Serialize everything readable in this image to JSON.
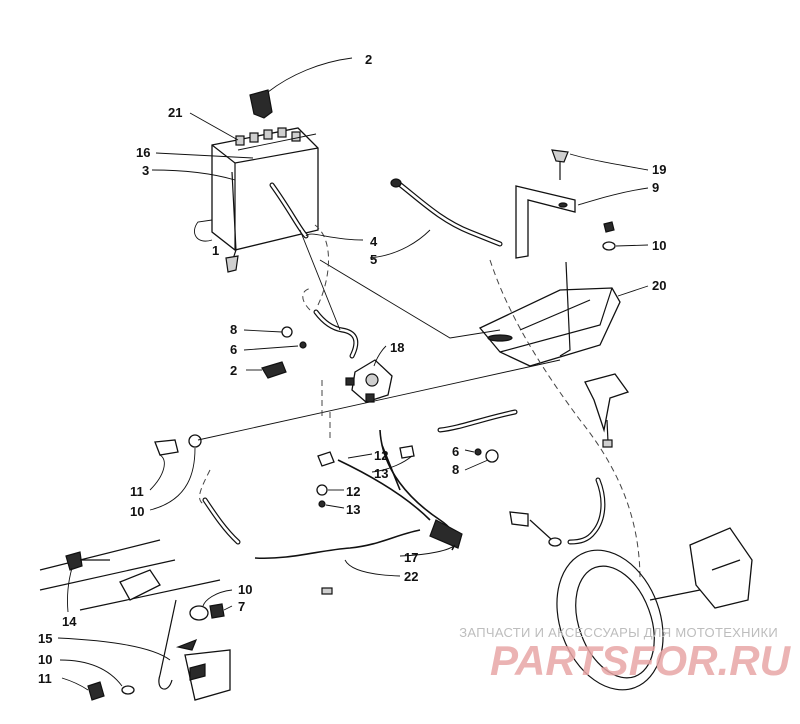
{
  "callouts": [
    {
      "label": "2"
    },
    {
      "label": "21"
    },
    {
      "label": "16"
    },
    {
      "label": "3"
    },
    {
      "label": "1"
    },
    {
      "label": "4"
    },
    {
      "label": "5"
    },
    {
      "label": "19"
    },
    {
      "label": "9"
    },
    {
      "label": "10"
    },
    {
      "label": "20"
    },
    {
      "label": "8"
    },
    {
      "label": "6"
    },
    {
      "label": "2"
    },
    {
      "label": "18"
    },
    {
      "label": "12"
    },
    {
      "label": "13"
    },
    {
      "label": "6"
    },
    {
      "label": "8"
    },
    {
      "label": "11"
    },
    {
      "label": "10"
    },
    {
      "label": "12"
    },
    {
      "label": "13"
    },
    {
      "label": "17"
    },
    {
      "label": "22"
    },
    {
      "label": "14"
    },
    {
      "label": "10"
    },
    {
      "label": "7"
    },
    {
      "label": "15"
    },
    {
      "label": "10"
    },
    {
      "label": "11"
    }
  ],
  "watermark": {
    "tagline": "ЗАПЧАСТИ И АКСЕССУАРЫ ДЛЯ МОТОТЕХНИКИ",
    "brand": "PARTSFOR.RU",
    "color": "#e8a6a6"
  }
}
